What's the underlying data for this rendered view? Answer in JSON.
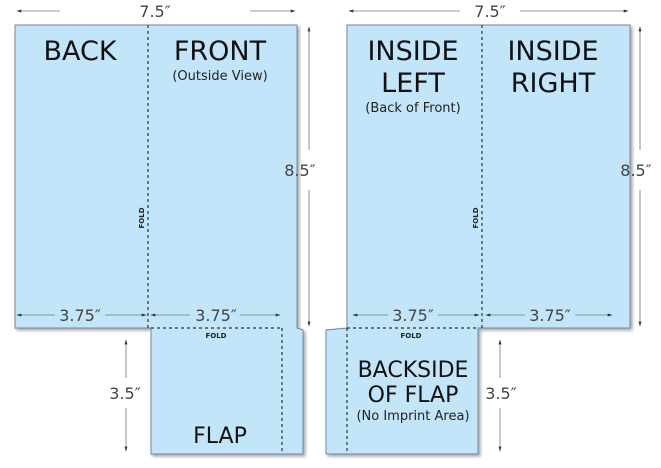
{
  "dimensions": {
    "width": "7.5″",
    "height": "8.5″",
    "half": "3.75″",
    "flap": "3.5″"
  },
  "outside": {
    "back": "BACK",
    "front": "FRONT",
    "front_sub": "(Outside View)",
    "flap": "FLAP",
    "fold": "FOLD"
  },
  "inside": {
    "left_1": "INSIDE",
    "left_2": "LEFT",
    "left_sub": "(Back of Front)",
    "right_1": "INSIDE",
    "right_2": "RIGHT",
    "flap_1": "BACKSIDE",
    "flap_2": "OF FLAP",
    "flap_sub": "(No Imprint Area)",
    "fold": "FOLD"
  },
  "colors": {
    "panel": "#c3e5f9"
  }
}
